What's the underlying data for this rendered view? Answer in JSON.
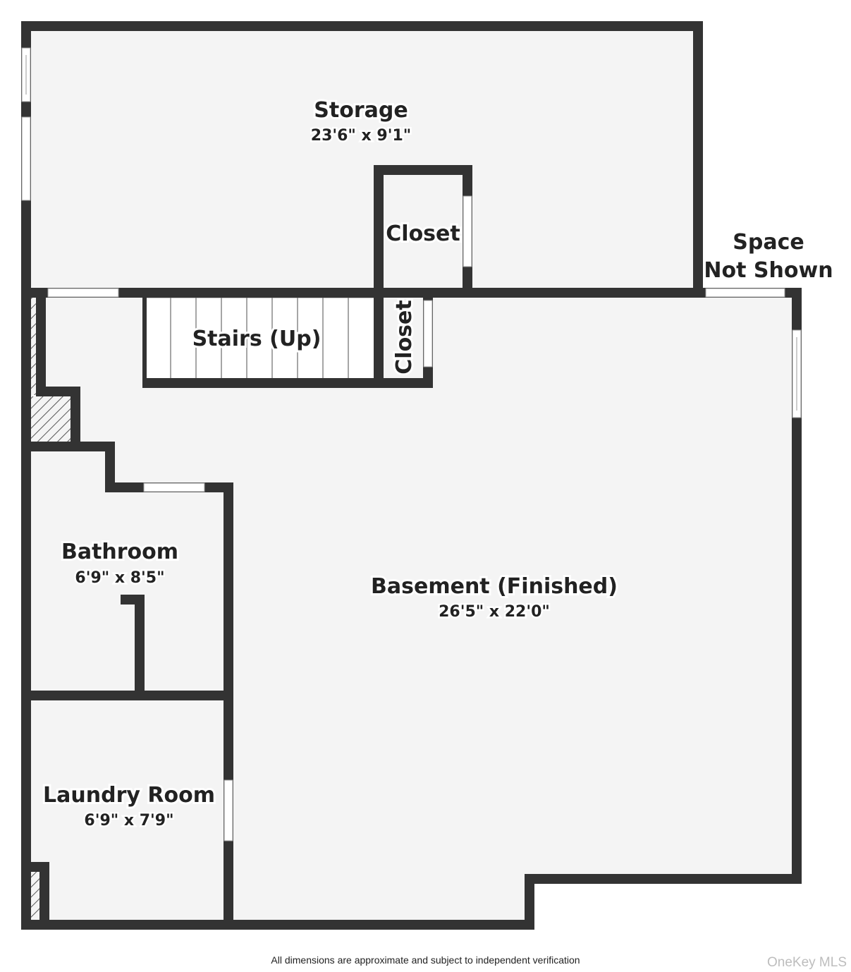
{
  "rooms": {
    "storage": {
      "name": "Storage",
      "dims": "23'6\" x 9'1\""
    },
    "closet_upper": {
      "name": "Closet"
    },
    "closet_small": {
      "name": "Closet"
    },
    "stairs": {
      "name": "Stairs (Up)"
    },
    "space_not_shown": {
      "line1": "Space",
      "line2": "Not Shown"
    },
    "bathroom": {
      "name": "Bathroom",
      "dims": "6'9\" x 8'5\""
    },
    "basement": {
      "name": "Basement (Finished)",
      "dims": "26'5\" x 22'0\""
    },
    "laundry": {
      "name": "Laundry Room",
      "dims": "6'9\" x 7'9\""
    }
  },
  "footer": {
    "disclaimer": "All dimensions are approximate and subject to independent verification",
    "watermark": "OneKey MLS"
  },
  "colors": {
    "wall": "#333333",
    "floor": "#f4f4f4",
    "window": "#ffffff",
    "background": "#ffffff"
  }
}
